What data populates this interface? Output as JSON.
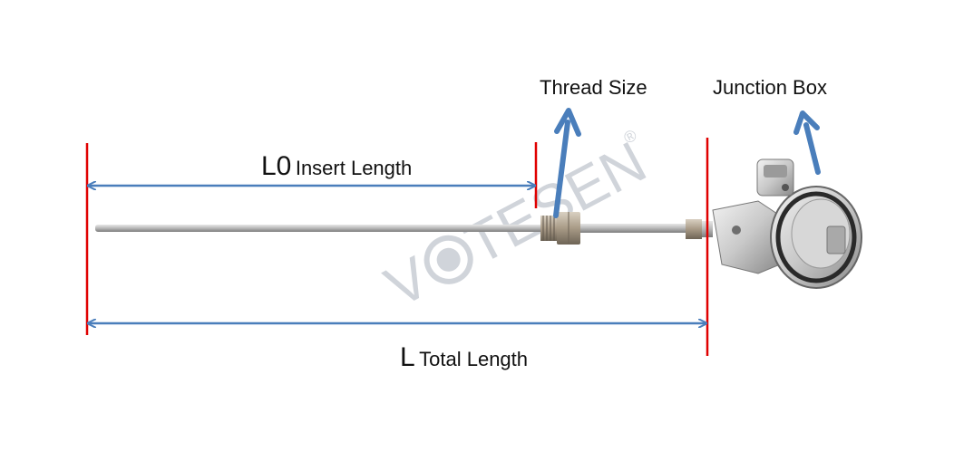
{
  "labels": {
    "thread_size": "Thread Size",
    "junction_box": "Junction Box",
    "l0_symbol": "L0",
    "l0_text": "Insert Length",
    "l_symbol": "L",
    "l_text": "Total Length"
  },
  "watermark": {
    "text_left": "V",
    "text_right": "TESEN",
    "registered": "®"
  },
  "colors": {
    "dimension_arrow": "#4a7ebb",
    "boundary_line": "#e00000",
    "watermark": "#b9bfc9"
  },
  "icons": {
    "pointer": "up-arrow-icon",
    "watermark_logo": "globe-icon"
  }
}
